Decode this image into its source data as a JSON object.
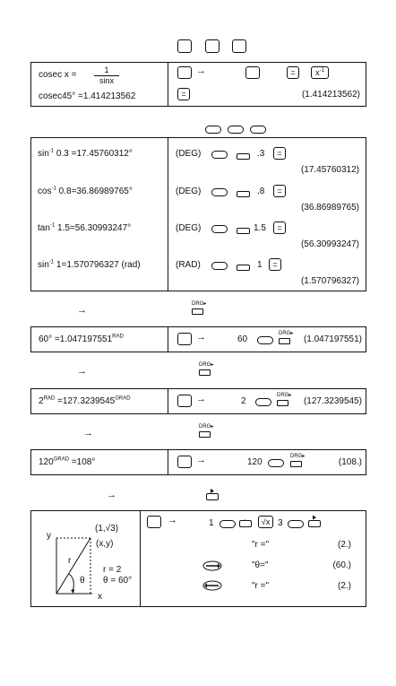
{
  "top_keys": 3,
  "cosec": {
    "lhs": "cosec x =",
    "num": "1",
    "den": "sinx",
    "line2": "cosec45° =1.414213562",
    "arrow": "→",
    "eq": "=",
    "xinv": "x",
    "xinv_sup": "-1",
    "result": "(1.414213562)"
  },
  "inv": {
    "rows": [
      {
        "formula_pre": "sin",
        "formula_post": " 0.3 =17.45760312°",
        "mode": "(DEG)",
        "input": ".3",
        "result": "(17.45760312)"
      },
      {
        "formula_pre": "cos",
        "formula_post": " 0.8=36.86989765°",
        "mode": "(DEG)",
        "input": ".8",
        "result": "(36.86989765)"
      },
      {
        "formula_pre": "tan",
        "formula_post": " 1.5=56.30993247°",
        "mode": "(DEG)",
        "input": "1.5",
        "result": "(56.30993247)"
      },
      {
        "formula_pre": "sin",
        "formula_post": " 1=1.570796327 (rad)",
        "mode": "(RAD)",
        "input": "1",
        "result": "(1.570796327)"
      }
    ],
    "sup": "-1",
    "eq": "="
  },
  "drg_label": "DRG▸",
  "conv1": {
    "arrow": "→",
    "lhs": "60° =1.047197551",
    "lhs_sup": "RAD",
    "input": "60",
    "result": "(1.047197551)"
  },
  "conv2": {
    "arrow": "→",
    "lhs_a": "2",
    "lhs_sup_a": "RAD",
    "lhs_b": " =127.3239545",
    "lhs_sup_b": "GRAD",
    "input": "2",
    "result": "(127.3239545)"
  },
  "conv3": {
    "arrow": "→",
    "lhs_a": "120",
    "lhs_sup_a": "GRAD",
    "lhs_b": " =108°",
    "input": "120",
    "result": "(108.)"
  },
  "polar": {
    "arrow": "→",
    "y": "y",
    "x": "x",
    "r": "r",
    "theta": "θ",
    "point1": "(1,√3)",
    "point2": "(x,y)",
    "r_val": "r = 2",
    "theta_val": "θ = 60°",
    "seq": [
      "1",
      "3"
    ],
    "sqrt": "√x",
    "rows": [
      {
        "label": "\"r =\"",
        "result": "(2.)"
      },
      {
        "label": "\"θ=\"",
        "result": "(60.)"
      },
      {
        "label": "\"r =\"",
        "result": "(2.)"
      }
    ]
  }
}
